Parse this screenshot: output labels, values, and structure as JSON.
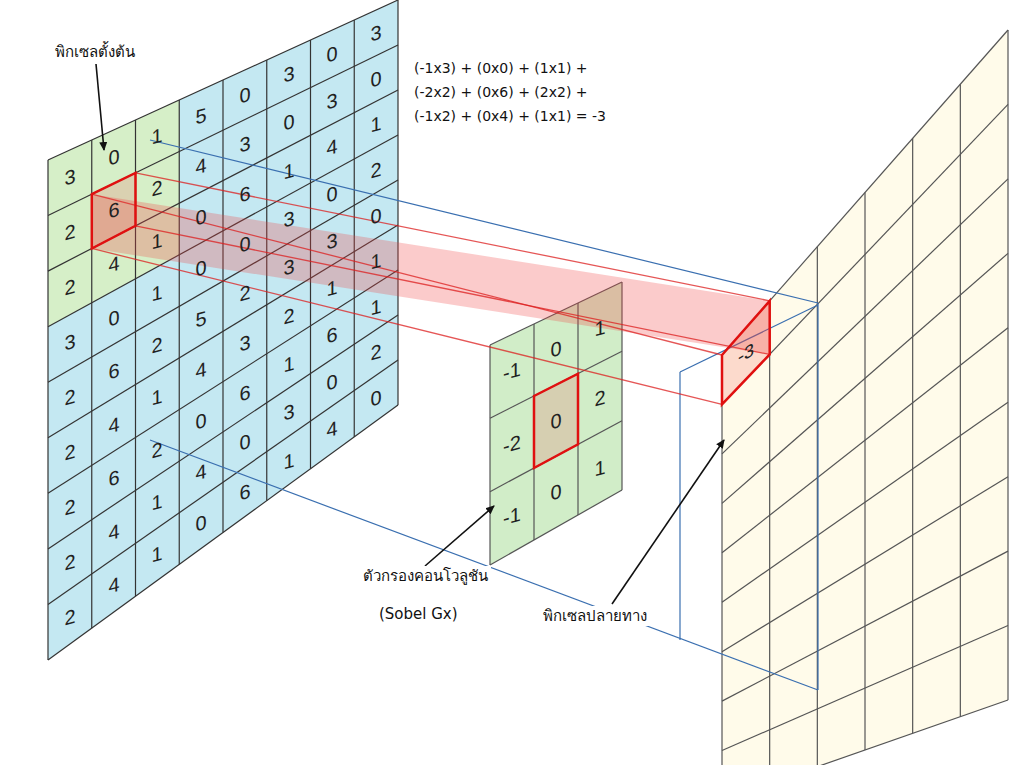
{
  "diagram": {
    "labels": [
      "พิกเซลตั้งต้น",
      "(-1x3) + (0x0) + (1x1) +",
      "(-2x2) + (0x6) + (2x2) +",
      "(-1x2) + (0x4) + (1x1) = -3",
      "ตัวกรองคอนโวลูชัน",
      "(Sobel Gx)",
      "พิกเซลปลายทาง",
      "3",
      "0",
      "1",
      "5",
      "0",
      "3",
      "0",
      "3",
      "2",
      "6",
      "2",
      "4",
      "3",
      "0",
      "3",
      "0",
      "2",
      "4",
      "1",
      "0",
      "6",
      "1",
      "4",
      "1",
      "3",
      "0",
      "1",
      "0",
      "0",
      "3",
      "0",
      "2",
      "2",
      "6",
      "2",
      "5",
      "2",
      "3",
      "3",
      "0",
      "2",
      "4",
      "1",
      "4",
      "3",
      "2",
      "1",
      "1",
      "2",
      "6",
      "2",
      "0",
      "6",
      "1",
      "6",
      "1",
      "2",
      "4",
      "1",
      "4",
      "0",
      "3",
      "0",
      "2",
      "2",
      "4",
      "1",
      "0",
      "6",
      "1",
      "4",
      "0",
      "-1",
      "0",
      "1",
      "-2",
      "0",
      "2",
      "-1",
      "0",
      "1",
      "-3"
    ]
  }
}
